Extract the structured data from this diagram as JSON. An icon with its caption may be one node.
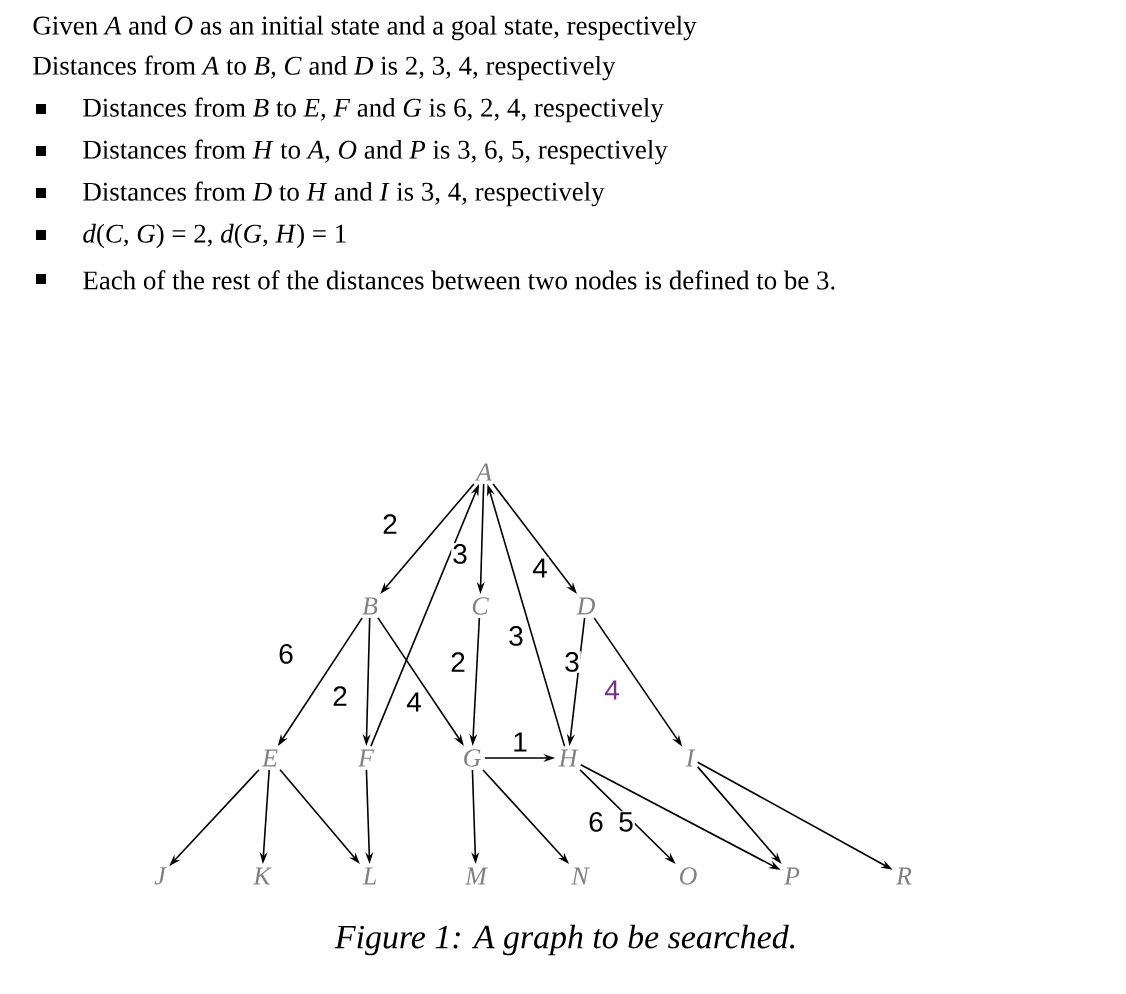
{
  "diagram": {
    "caption": "Figure 1: A graph to be searched.",
    "nodes": [
      {
        "text": [
          "A"
        ]
      },
      {
        "text": [
          "B"
        ]
      },
      {
        "text": [
          "C"
        ]
      },
      {
        "text": [
          "D"
        ]
      },
      {
        "text": [
          "E"
        ]
      },
      {
        "text": [
          "F"
        ]
      },
      {
        "text": [
          "G"
        ]
      },
      {
        "text": [
          "H"
        ]
      },
      {
        "text": [
          "I"
        ]
      },
      {
        "text": [
          "J"
        ]
      },
      {
        "text": [
          "K"
        ]
      },
      {
        "text": [
          "L"
        ]
      },
      {
        "text": [
          "M"
        ]
      },
      {
        "text": [
          "N"
        ]
      },
      {
        "text": [
          "O"
        ]
      },
      {
        "text": [
          "P"
        ]
      },
      {
        "text": [
          "R"
        ]
      }
    ],
    "edges": [
      {
        "from": 0,
        "to": 1,
        "arrow": "to",
        "label": "2"
      },
      {
        "from": 5,
        "to": 0,
        "arrow": "to"
      },
      {
        "from": 0,
        "to": 2,
        "arrow": "to",
        "label": "3"
      },
      {
        "from": 0,
        "to": 3,
        "arrow": "to",
        "label": "4"
      },
      {
        "from": 7,
        "to": 0,
        "arrow": "to",
        "label": "3"
      },
      {
        "from": 1,
        "to": 4,
        "arrow": "to",
        "label": "6"
      },
      {
        "from": 1,
        "to": 5,
        "arrow": "to",
        "label": "2"
      },
      {
        "from": 1,
        "to": 6,
        "arrow": "to",
        "label": "4"
      },
      {
        "from": 2,
        "to": 6,
        "arrow": "to",
        "label": "2"
      },
      {
        "from": 3,
        "to": 7,
        "arrow": "to",
        "label": "3"
      },
      {
        "from": 3,
        "to": 8,
        "arrow": "to",
        "label": "4"
      },
      {
        "from": 6,
        "to": 7,
        "arrow": "to",
        "label": "1"
      },
      {
        "from": 4,
        "to": 9,
        "arrow": "to"
      },
      {
        "from": 4,
        "to": 10,
        "arrow": "to"
      },
      {
        "from": 4,
        "to": 11,
        "arrow": "to"
      },
      {
        "from": 5,
        "to": 11,
        "arrow": "to"
      },
      {
        "from": 6,
        "to": 12,
        "arrow": "to"
      },
      {
        "from": 6,
        "to": 13,
        "arrow": "to"
      },
      {
        "from": 7,
        "to": 14,
        "arrow": "to",
        "label": "6"
      },
      {
        "from": 7,
        "to": 15,
        "arrow": "to",
        "label": "5"
      },
      {
        "from": 8,
        "to": 15,
        "arrow": "to"
      },
      {
        "from": 8,
        "to": 16,
        "arrow": "to"
      }
    ],
    "labels": [
      "Given *A* and *O* as an initial state and a goal state, respectively",
      "Distances from *A* to *B, C* and *D* is 2, 3, 4, respectively",
      "Distances from *B* to *E, F* and *G* is 6, 2, 4, respectively",
      "Distances from *H* to *A, O* and *P* is 3, 6, 5, respectively",
      "Distances from *D* to *H* and *I* is 3, 4, respectively",
      "*d*(*C, G*) = 2, *d*(*G, H*) = 1",
      "Each of the rest of the distances between two nodes is defined to be 3."
    ]
  }
}
